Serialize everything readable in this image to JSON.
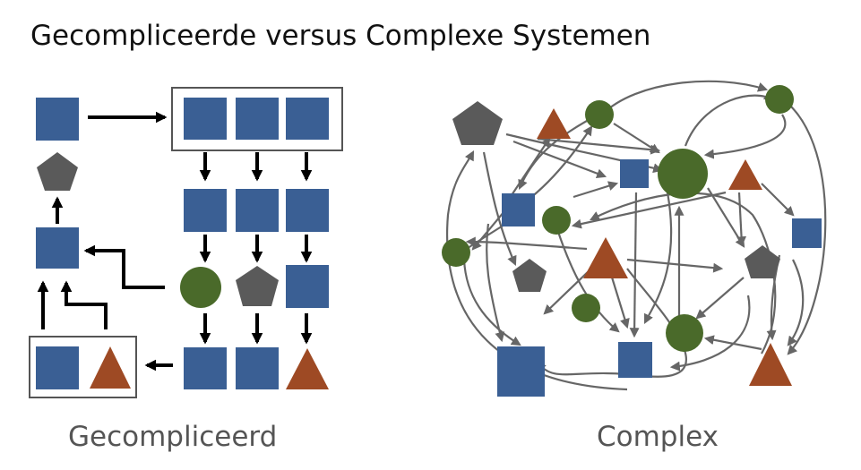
{
  "title": "Gecompliceerde versus Complexe Systemen",
  "left_caption": "Gecompliceerd",
  "right_caption": "Complex",
  "colors": {
    "square": "#3a5f94",
    "circle": "#4a6a2a",
    "triangle": "#9e4a24",
    "pentagon": "#5a5a5a",
    "arrow_left": "#000000",
    "arrow_right": "#666666",
    "box_border": "#555555"
  }
}
